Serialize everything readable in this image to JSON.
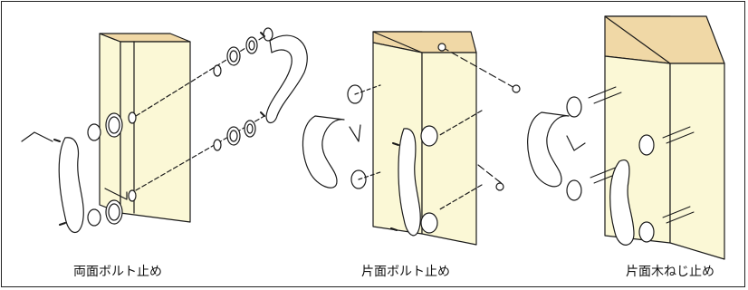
{
  "panels": [
    {
      "id": "both-bolt",
      "caption": "両面ボルト止め"
    },
    {
      "id": "single-bolt",
      "caption": "片面ボルト止め"
    },
    {
      "id": "single-wood-screw",
      "caption": "片面木ねじ止め"
    }
  ],
  "colors": {
    "wood_face": "#fbf8d6",
    "wood_side": "#f0d8a6",
    "line": "#1a1a1a"
  },
  "icons": [
    "door-panel",
    "lever-handle",
    "rosette",
    "bolt",
    "hex-key",
    "washer",
    "screw"
  ]
}
